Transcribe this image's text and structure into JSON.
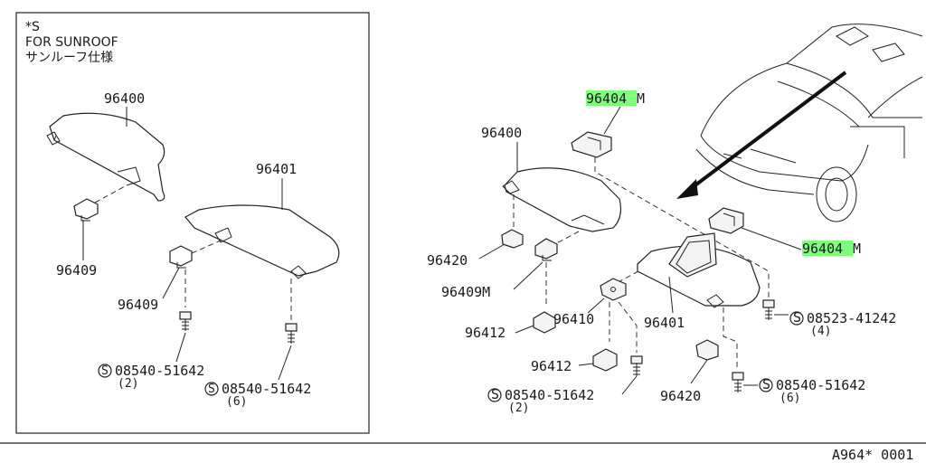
{
  "inset": {
    "note_mark": "*S",
    "note_en": "FOR SUNROOF",
    "note_jp": "サンルーフ仕様",
    "labels": {
      "visor_left": "96400",
      "visor_right": "96401",
      "holder_a": "96409",
      "holder_b": "96409",
      "screw_a": "08540-51642",
      "screw_a_qty": "(2)",
      "screw_b": "08540-51642",
      "screw_b_qty": "(6)"
    }
  },
  "main": {
    "labels": {
      "lamp_top": "96404",
      "lamp_top_suffix": "M",
      "lamp_right": "96404",
      "lamp_right_suffix": "M",
      "visor_left": "96400",
      "visor_right": "96401",
      "hook_left": "96420",
      "holder_left": "96409M",
      "cap_left": "96412",
      "bracket": "96410",
      "cap_mid": "96412",
      "hook_right": "96420",
      "screw_left": "08540-51642",
      "screw_left_qty": "(2)",
      "screw_right": "08540-51642",
      "screw_right_qty": "(6)",
      "screw_lamp": "08523-41242",
      "screw_lamp_qty": "(4)"
    },
    "screw_symbol": "S",
    "highlight_color": "#7dff7d"
  },
  "footer": {
    "code": "A964* 0001"
  }
}
